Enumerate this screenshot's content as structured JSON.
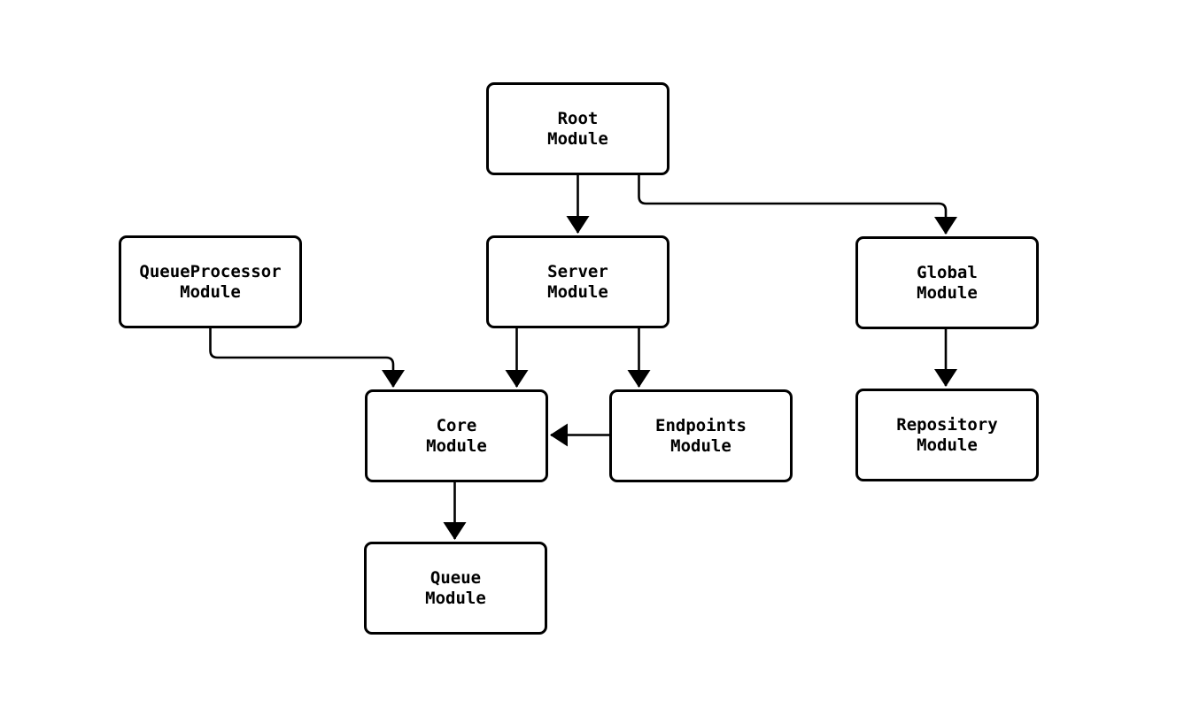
{
  "diagram": {
    "type": "flowchart",
    "direction": "top-down",
    "colors": {
      "background": "#ffffff",
      "node_fill": "#ffffff",
      "node_border": "#000000",
      "edge": "#000000",
      "text": "#000000"
    },
    "nodes": [
      {
        "id": "root",
        "lines": [
          "Root",
          "Module"
        ]
      },
      {
        "id": "queueprocessor",
        "lines": [
          "QueueProcessor",
          "Module"
        ]
      },
      {
        "id": "server",
        "lines": [
          "Server",
          "Module"
        ]
      },
      {
        "id": "global",
        "lines": [
          "Global",
          "Module"
        ]
      },
      {
        "id": "core",
        "lines": [
          "Core",
          "Module"
        ]
      },
      {
        "id": "endpoints",
        "lines": [
          "Endpoints",
          "Module"
        ]
      },
      {
        "id": "repository",
        "lines": [
          "Repository",
          "Module"
        ]
      },
      {
        "id": "queue",
        "lines": [
          "Queue",
          "Module"
        ]
      }
    ],
    "edges": [
      {
        "from": "root",
        "to": "server"
      },
      {
        "from": "root",
        "to": "global"
      },
      {
        "from": "queueprocessor",
        "to": "core"
      },
      {
        "from": "server",
        "to": "core"
      },
      {
        "from": "server",
        "to": "endpoints"
      },
      {
        "from": "endpoints",
        "to": "core"
      },
      {
        "from": "global",
        "to": "repository"
      },
      {
        "from": "core",
        "to": "queue"
      }
    ]
  }
}
